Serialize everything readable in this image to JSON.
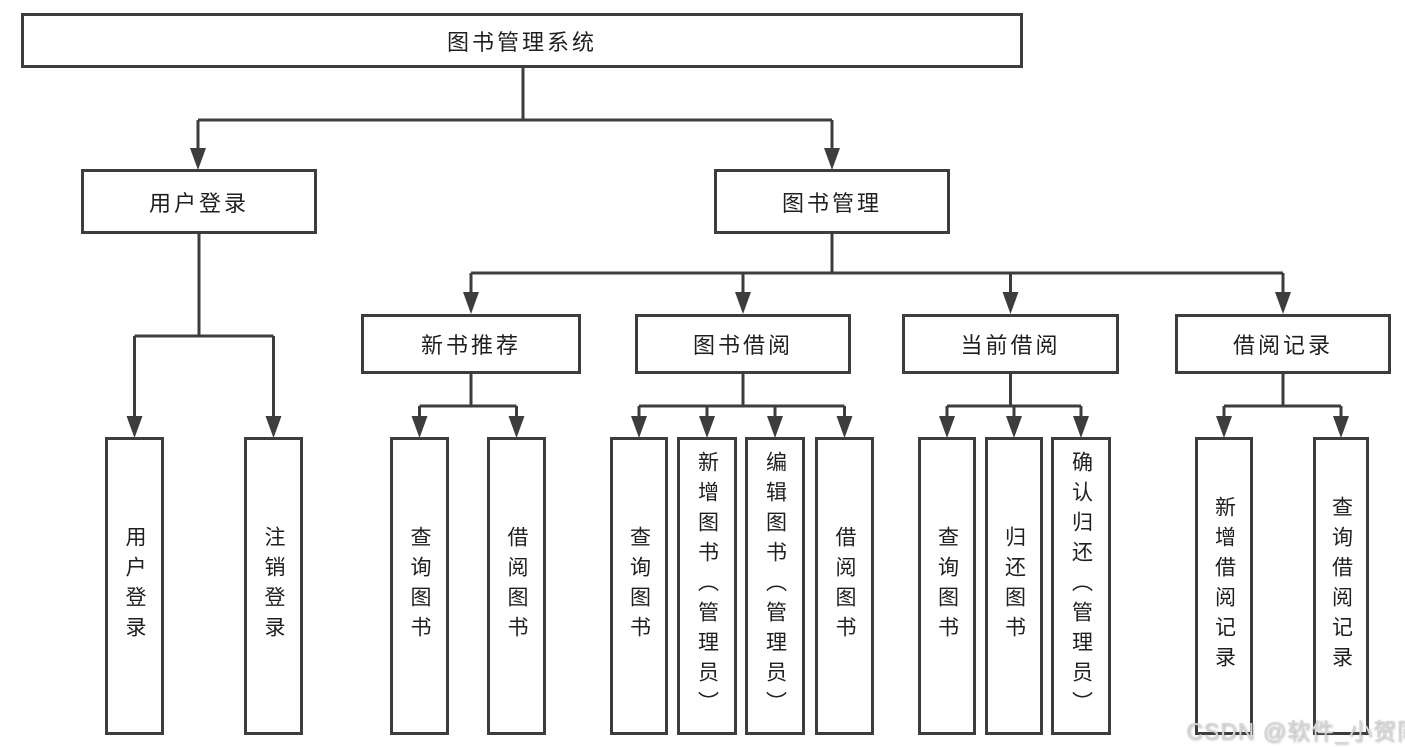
{
  "tree": {
    "label": "图书管理系统",
    "children": [
      {
        "label": "用户登录",
        "children": [
          {
            "label": "用户登录"
          },
          {
            "label": "注销登录"
          }
        ]
      },
      {
        "label": "图书管理",
        "children": [
          {
            "label": "新书推荐",
            "children": [
              {
                "label": "查询图书"
              },
              {
                "label": "借阅图书"
              }
            ]
          },
          {
            "label": "图书借阅",
            "children": [
              {
                "label": "查询图书"
              },
              {
                "label": "新增图书（管理员）"
              },
              {
                "label": "编辑图书（管理员）"
              },
              {
                "label": "借阅图书"
              }
            ]
          },
          {
            "label": "当前借阅",
            "children": [
              {
                "label": "查询图书"
              },
              {
                "label": "归还图书"
              },
              {
                "label": "确认归还（管理员）"
              }
            ]
          },
          {
            "label": "借阅记录",
            "children": [
              {
                "label": "新增借阅记录"
              },
              {
                "label": "查询借阅记录"
              }
            ]
          }
        ]
      }
    ]
  },
  "watermark": {
    "text": "CSDN @软件_小贺同学"
  },
  "colors": {
    "line": "#3d3d3d",
    "background": "#ffffff",
    "watermark": "#d6d6d6"
  }
}
